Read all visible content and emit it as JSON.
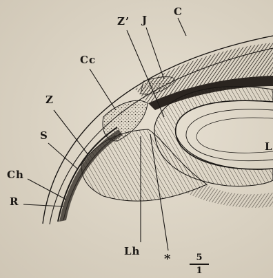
{
  "labels": {
    "C": "C",
    "Z_prime": "Z’",
    "J": "J",
    "Cc": "Cc",
    "Z": "Z",
    "S": "S",
    "Ch": "Ch",
    "R": "R",
    "L": "L",
    "Lh": "Lh",
    "star": "*"
  },
  "scale": {
    "numerator": "5",
    "denominator": "1"
  },
  "colors": {
    "ink": "#1a1714",
    "paper": "#d9d2c3"
  }
}
